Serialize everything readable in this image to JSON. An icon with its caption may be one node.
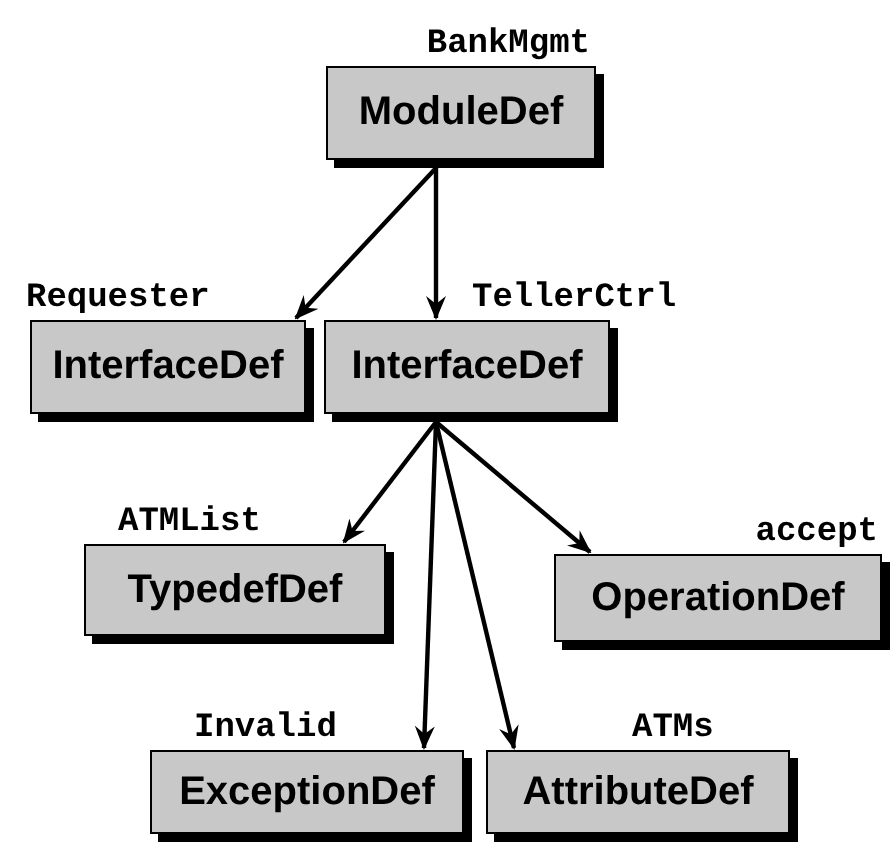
{
  "diagram": {
    "nodes": [
      {
        "text": [
          "BankMgmt",
          "ModuleDef"
        ]
      },
      {
        "text": [
          "Requester",
          "InterfaceDef"
        ]
      },
      {
        "text": [
          "TellerCtrl",
          "InterfaceDef"
        ]
      },
      {
        "text": [
          "ATMList",
          "TypedefDef"
        ]
      },
      {
        "text": [
          "accept",
          "OperationDef"
        ]
      },
      {
        "text": [
          "Invalid",
          "ExceptionDef"
        ]
      },
      {
        "text": [
          "ATMs",
          "AttributeDef"
        ]
      }
    ],
    "edges": [
      {
        "from": 0,
        "to": 1,
        "arrow": "to"
      },
      {
        "from": 0,
        "to": 2,
        "arrow": "to"
      },
      {
        "from": 2,
        "to": 3,
        "arrow": "to"
      },
      {
        "from": 2,
        "to": 5,
        "arrow": "to"
      },
      {
        "from": 2,
        "to": 6,
        "arrow": "to"
      },
      {
        "from": 2,
        "to": 4,
        "arrow": "to"
      }
    ]
  }
}
